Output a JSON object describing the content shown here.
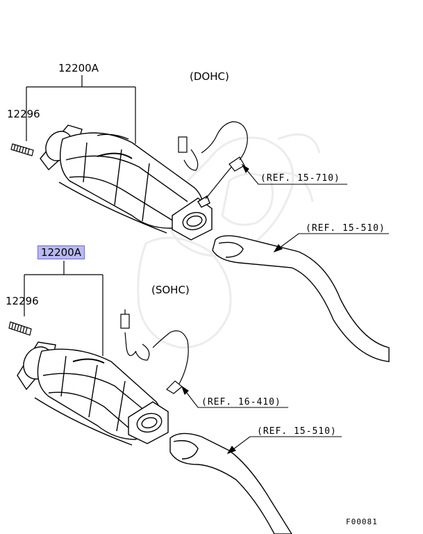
{
  "labels": {
    "top_part": "12200A",
    "top_stud": "12296",
    "top_variant": "(DOHC)",
    "top_ref_sensor": "(REF. 15-710)",
    "top_ref_pipe": "(REF. 15-510)",
    "bottom_part": "12200A",
    "bottom_stud": "12296",
    "bottom_variant": "(SOHC)",
    "bottom_ref_sensor": "(REF. 16-410)",
    "bottom_ref_pipe": "(REF. 15-510)",
    "figure_code": "F00081"
  },
  "colors": {
    "highlight": "#b9b9f0",
    "line": "#000000"
  }
}
